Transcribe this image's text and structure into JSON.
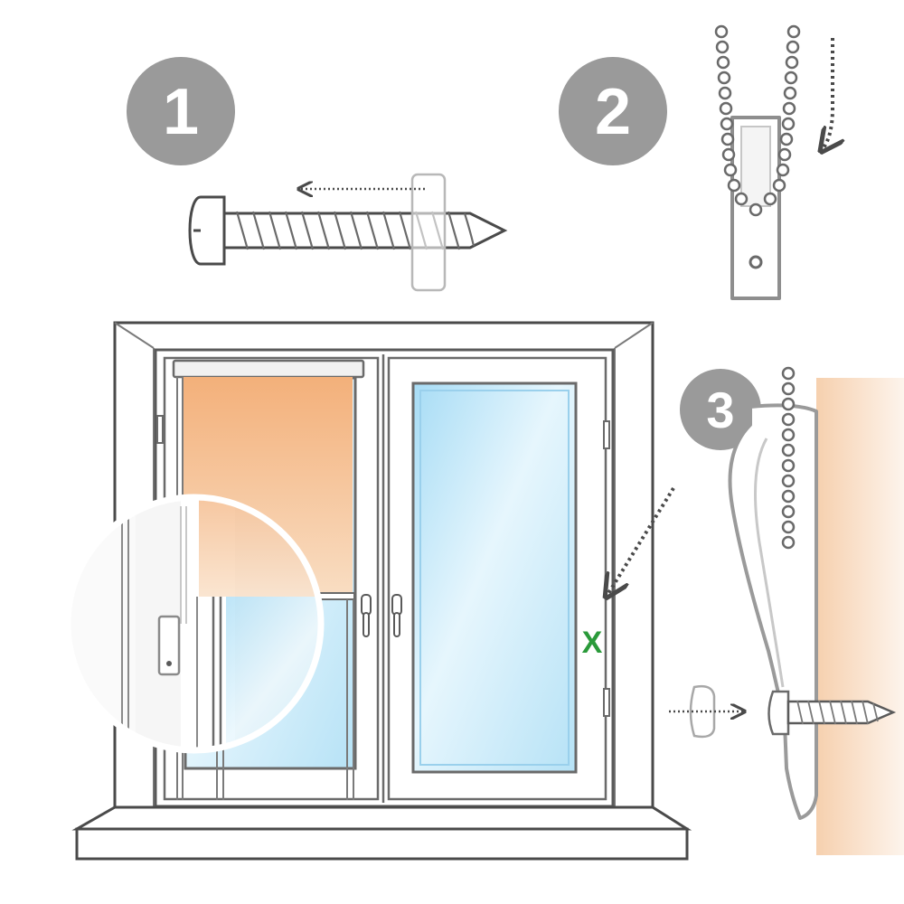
{
  "steps": [
    {
      "number": "1"
    },
    {
      "number": "2"
    },
    {
      "number": "3"
    }
  ],
  "mount_mark": "X",
  "colors": {
    "badge": "#9a9a9a",
    "blind": "#f2b47a",
    "glass": "#bfe4f6",
    "wall": "#f7dcc4",
    "mark": "#2a9a3a",
    "outline": "#4a4a4a"
  }
}
